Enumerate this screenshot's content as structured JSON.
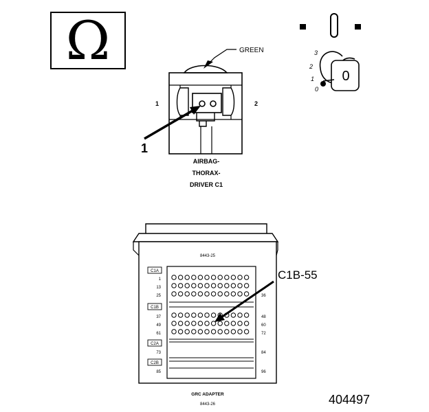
{
  "ohm_symbol": "Ω",
  "ignition": {
    "positions": [
      "3",
      "2",
      "1",
      "0"
    ],
    "key_position": "0",
    "icon": "ignition-key-icon"
  },
  "connector": {
    "wire_color_label": "GREEN",
    "side_left": "1",
    "side_right": "2",
    "callout": "1",
    "name_lines": [
      "AIRBAG-",
      "THORAX-",
      "DRIVER C1"
    ]
  },
  "adapter": {
    "part_number_top": "8443-25",
    "sections": [
      "C1A",
      "C1B",
      "C2A",
      "C2B"
    ],
    "left_numbers": [
      "1",
      "13",
      "25",
      "37",
      "49",
      "61",
      "73",
      "85"
    ],
    "right_numbers": [
      "",
      "",
      "36",
      "48",
      "60",
      "72",
      "84",
      "96"
    ],
    "probe_label": "C1B-55",
    "name": "GRC ADAPTER",
    "part_number_bottom": "8443-26"
  },
  "figure_id": "404497"
}
